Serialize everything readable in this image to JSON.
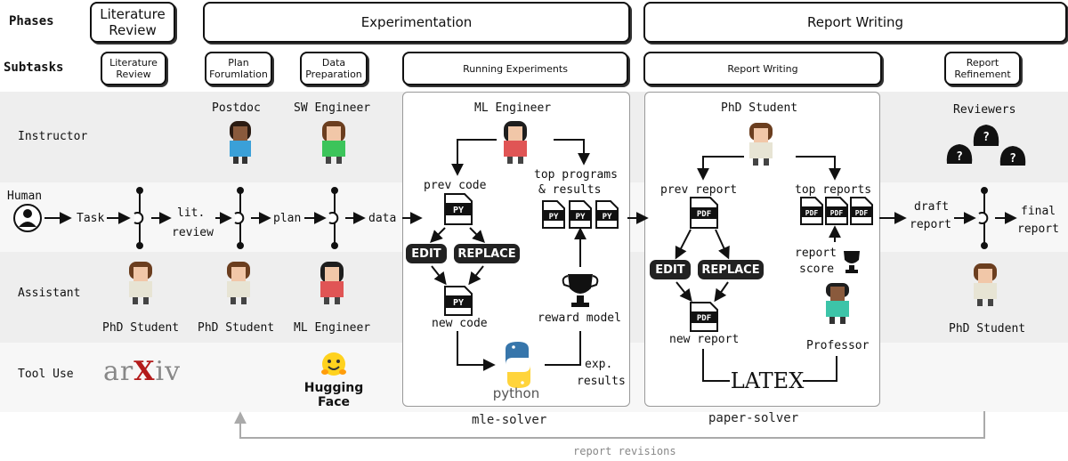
{
  "labels": {
    "phases": "Phases",
    "subtasks": "Subtasks"
  },
  "phases": {
    "lit_review": "Literature\nReview",
    "experimentation": "Experimentation",
    "report_writing": "Report Writing"
  },
  "subtasks": {
    "lit_review": "Literature\nReview",
    "plan": "Plan\nForumlation",
    "data": "Data\nPreparation",
    "running": "Running Experiments",
    "report_writing": "Report Writing",
    "refinement": "Report\nRefinement"
  },
  "rows": {
    "instructor": "Instructor",
    "human": "Human",
    "assistant": "Assistant",
    "tool_use": "Tool Use"
  },
  "agents": {
    "postdoc": "Postdoc",
    "sw_engineer": "SW Engineer",
    "ml_engineer": "ML Engineer",
    "phd_student": "PhD Student",
    "reviewers": "Reviewers",
    "professor": "Professor"
  },
  "assistants": {
    "a1": "PhD Student",
    "a2": "PhD Student",
    "a3": "ML Engineer",
    "a4": "PhD Student"
  },
  "flow": {
    "task": "Task",
    "lit": "lit.",
    "review": "review",
    "plan": "plan",
    "data": "data",
    "draft": "draft",
    "report": "report",
    "final": "final",
    "final_report": "report"
  },
  "mle": {
    "prev_code": "prev code",
    "top1": "top programs",
    "top2": "& results",
    "edit": "EDIT",
    "replace": "REPLACE",
    "new_code": "new code",
    "reward": "reward model",
    "exp": "exp.",
    "results": "results",
    "py": "PY",
    "python": "python"
  },
  "paper": {
    "prev_report": "prev report",
    "top_reports": "top reports",
    "edit": "EDIT",
    "replace": "REPLACE",
    "new_report": "new report",
    "report_score1": "report",
    "report_score2": "score",
    "pdf": "PDF",
    "latex": "LATEX"
  },
  "tools": {
    "arxiv": "arXiv",
    "hf": "Hugging Face"
  },
  "solvers": {
    "mle": "mle-solver",
    "paper": "paper-solver"
  },
  "revisions": "report revisions",
  "colors": {
    "band": "#eeeeee",
    "accent": "#111111",
    "hf_yellow": "#FFD21E",
    "python_blue": "#3776AB",
    "python_yellow": "#FFD43B",
    "arxiv_red": "#B31B1B"
  }
}
